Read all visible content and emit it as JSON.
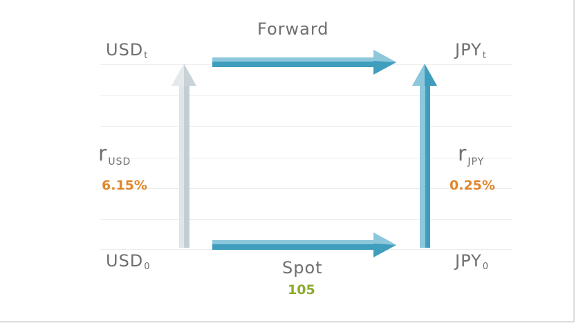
{
  "nodes": {
    "usd_t": {
      "base": "USD",
      "sub": "t"
    },
    "jpy_t": {
      "base": "JPY",
      "sub": "t"
    },
    "usd_0": {
      "base": "USD",
      "sub": "0"
    },
    "jpy_0": {
      "base": "JPY",
      "sub": "0"
    }
  },
  "arrows": {
    "forward_label": "Forward",
    "spot_label": "Spot",
    "spot_value": "105"
  },
  "rates": {
    "usd": {
      "symbol": "r",
      "sub": "USD",
      "value": "6.15%"
    },
    "jpy": {
      "symbol": "r",
      "sub": "JPY",
      "value": "0.25%"
    }
  },
  "colors": {
    "arrow_blue": "#3f9dbd",
    "arrow_blue_light": "#8cc7db",
    "arrow_gray": "#c9d3d7",
    "rate_orange": "#e0872d",
    "spot_green": "#8bab2c",
    "text_gray": "#6e6e6e"
  }
}
